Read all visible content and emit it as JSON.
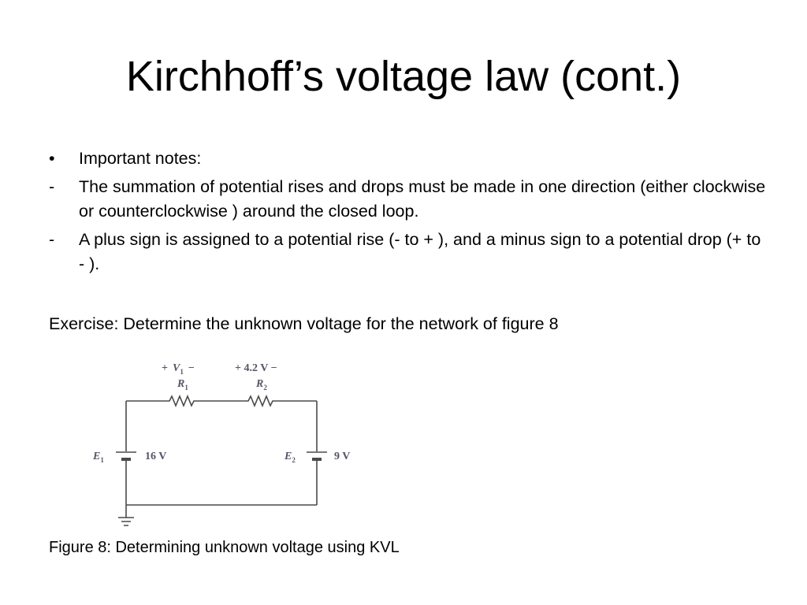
{
  "title": "Kirchhoff’s voltage law (cont.)",
  "notes": [
    {
      "marker": "•",
      "text": "Important notes:"
    },
    {
      "marker": "-",
      "text": "The summation of potential rises and drops must be made in one direction (either clockwise or counterclockwise ) around the closed loop."
    },
    {
      "marker": "-",
      "text": "A plus sign is assigned to a potential rise (- to + ), and a minus sign to a potential drop (+ to - )."
    }
  ],
  "exercise": "Exercise: Determine the unknown voltage for the network of figure 8",
  "figure": {
    "r1_polarity_plus": "+",
    "r1_voltage_symbol": "V",
    "r1_voltage_sub": "1",
    "r1_polarity_minus": "−",
    "r1_symbol": "R",
    "r1_sub": "1",
    "r2_voltage": "+ 4.2 V −",
    "r2_symbol": "R",
    "r2_sub": "2",
    "e1_symbol": "E",
    "e1_sub": "1",
    "e1_value": "16 V",
    "e2_symbol": "E",
    "e2_sub": "2",
    "e2_value": "9 V",
    "colors": {
      "wire": "#4a4a4a",
      "label": "#555566"
    }
  },
  "caption": "Figure 8: Determining unknown voltage using KVL"
}
